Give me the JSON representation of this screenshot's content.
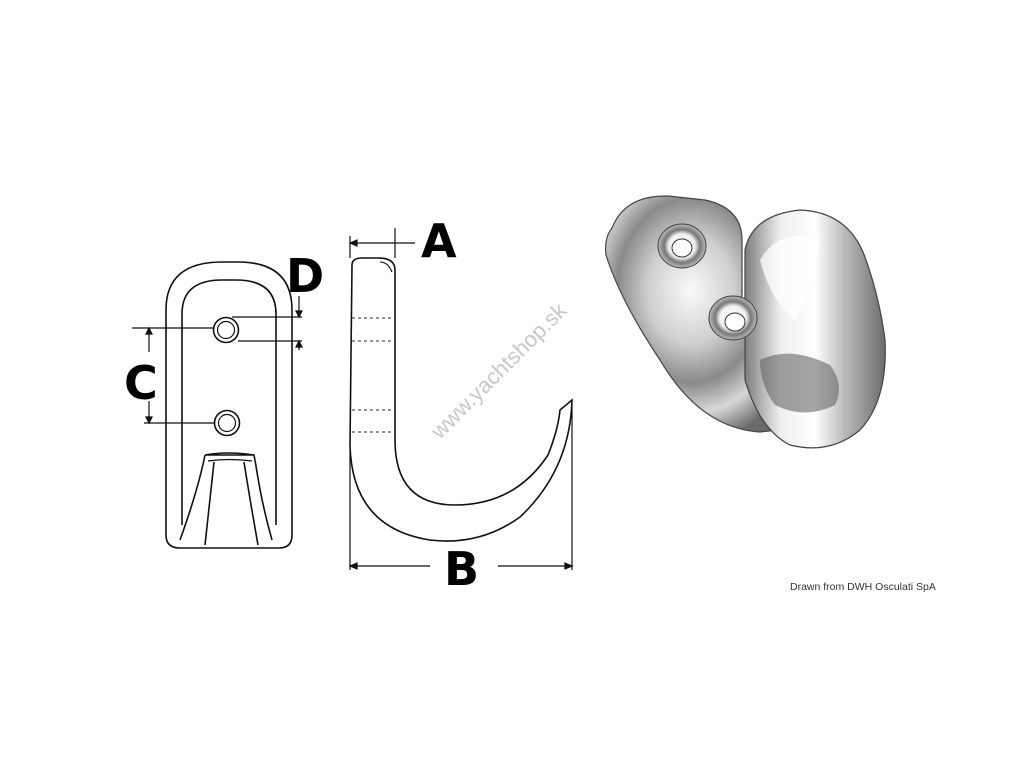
{
  "labels": {
    "a": "A",
    "b": "B",
    "c": "C",
    "d": "D"
  },
  "watermark": "www.yachtshop.sk",
  "credit": "Drawn from DWH Osculati SpA",
  "colors": {
    "line": "#111111",
    "background": "#ffffff",
    "watermark": "#c8c8c8"
  }
}
